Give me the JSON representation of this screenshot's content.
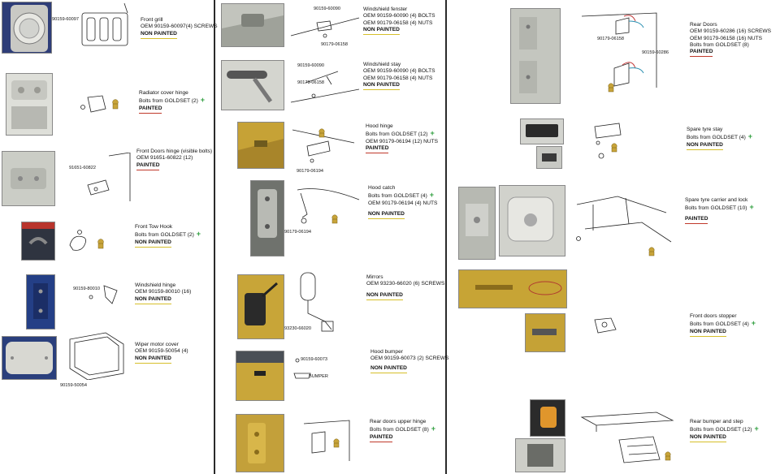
{
  "colors": {
    "non_painted_underline": "#d6bf2a",
    "painted_underline": "#c0392b",
    "plus": "#2e9e3e"
  },
  "items": [
    {
      "title": "Front grill",
      "lines": [
        "OEM 90159-60097(4)   SCREWS"
      ],
      "status": "NON PAINTED",
      "parts": [
        "90159-60097"
      ]
    },
    {
      "title": "Radiator cover hinge",
      "lines": [
        "Bolts from GOLDSET (2)"
      ],
      "status": "PAINTED",
      "plus": "+"
    },
    {
      "title": "Front Doors hinge (visible bolts)",
      "lines": [
        "OEM 91651-60822 (12)"
      ],
      "status": "PAINTED",
      "parts": [
        "91651-60822"
      ]
    },
    {
      "title": "Front Tow Hook",
      "lines": [
        "Bolts from GOLDSET (2)"
      ],
      "status": "NON PAINTED",
      "plus": "+"
    },
    {
      "title": "Windshield hinge",
      "lines": [
        "OEM 90159-80010 (16)"
      ],
      "status": "NON PAINTED",
      "parts": [
        "90159-80010"
      ]
    },
    {
      "title": "Wiper motor cover",
      "lines": [
        "OEM 90159-50054 (4)"
      ],
      "status": "NON PAINTED",
      "parts": [
        "90159-50054"
      ]
    },
    {
      "title": "Windshield fenster",
      "lines": [
        "OEM 90159-60090 (4) BOLTS",
        "OEM 90179-06158 (4) NUTS"
      ],
      "status": "NON PAINTED",
      "parts": [
        "90159-60090",
        "90179-06158"
      ]
    },
    {
      "title": "Windshield stay",
      "lines": [
        "OEM 90159-60090 (4) BOLTS",
        "OEM 90179-06158 (4) NUTS"
      ],
      "status": "NON PAINTED",
      "parts": [
        "90159-60090",
        "90179-06158"
      ]
    },
    {
      "title": "Hood hinge",
      "lines": [
        "Bolts from GOLDSET (12)",
        "OEM 90179-06194 (12) NUTS"
      ],
      "status": "PAINTED",
      "plus": "+",
      "parts": [
        "90179-06194"
      ]
    },
    {
      "title": "Hood catch",
      "lines": [
        "Bolts from GOLDSET (4)",
        "OEM 90179-06194 (4) NUTS"
      ],
      "status": "NON PAINTED",
      "plus": "+",
      "parts": [
        "90179-06194"
      ]
    },
    {
      "title": "Mirrors",
      "lines": [
        "OEM 93230-66020 (6) SCREWS"
      ],
      "status": "NON PAINTED",
      "parts": [
        "93230-66020"
      ]
    },
    {
      "title": "Hood bumper",
      "lines": [
        "OEM 90159-60073 (2) SCREWS"
      ],
      "status": "NON PAINTED",
      "parts": [
        "90159-60073",
        "BUMPER"
      ]
    },
    {
      "title": "Rear doors upper hinge",
      "lines": [
        "Bolts from GOLDSET (8)"
      ],
      "status": "PAINTED",
      "plus": "+"
    },
    {
      "title": "Rear Doors",
      "lines": [
        "OEM 90159-60286 (16) SCREWS",
        "OEM 90179-06158 (16) NUTS",
        "Bolts from GOLDSET (8)"
      ],
      "status": "PAINTED",
      "parts": [
        "90179-06158",
        "90159-60286"
      ]
    },
    {
      "title": "Spare tyre stay",
      "lines": [
        "Bolts from GOLDSET (4)"
      ],
      "status": "NON PAINTED",
      "plus": "+"
    },
    {
      "title": "Spare tyre carrier and lock",
      "lines": [
        "Bolts from GOLDSET (10)"
      ],
      "status": "PAINTED",
      "plus": "+"
    },
    {
      "title": "Front doors stopper",
      "lines": [
        "Bolts from GOLDSET (4)"
      ],
      "status": "NON PAINTED",
      "plus": "+"
    },
    {
      "title": "Rear bumper and step",
      "lines": [
        "Bolts from GOLDSET (12)"
      ],
      "status": "NON PAINTED",
      "plus": "+"
    }
  ]
}
